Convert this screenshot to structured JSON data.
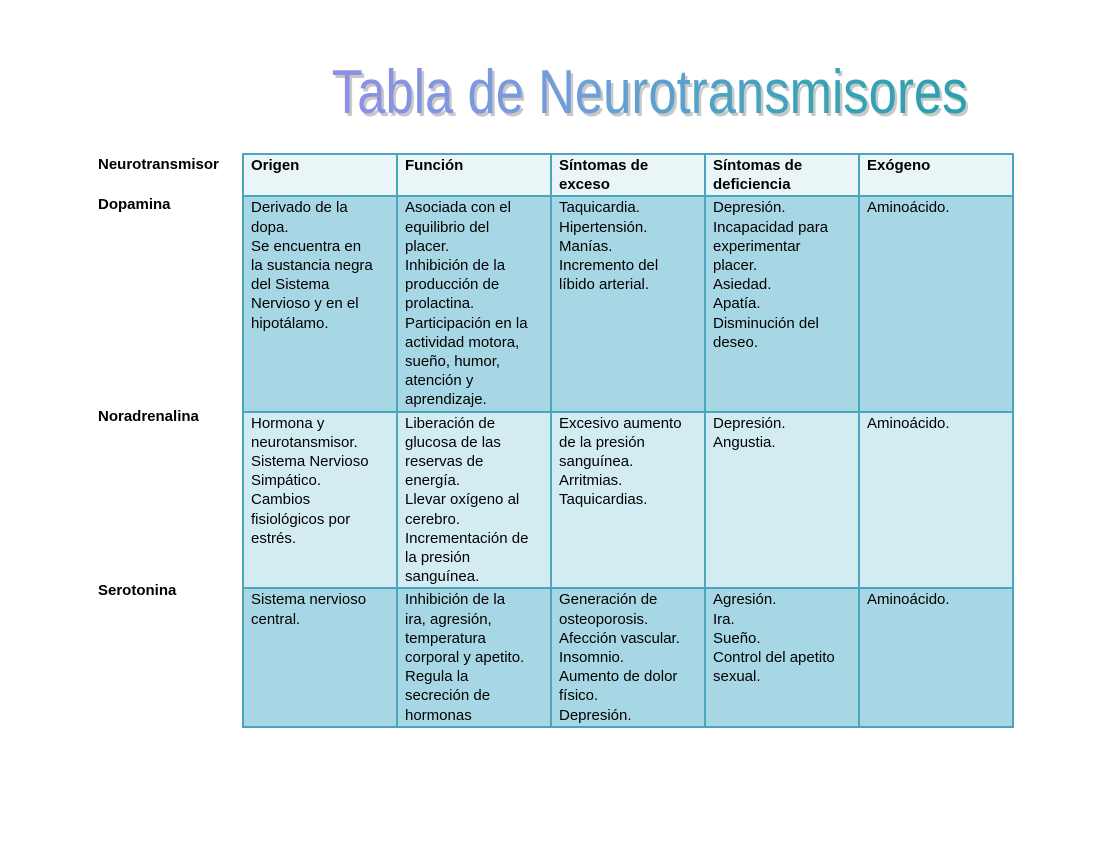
{
  "title": "Tabla de Neurotransmisores",
  "header": {
    "first": "Neurotransmisor",
    "cols": [
      "Origen",
      "Función",
      "Síntomas de\nexceso",
      "Síntomas de\ndeficiencia",
      "Exógeno"
    ]
  },
  "rows": [
    {
      "name": "Dopamina",
      "cells": [
        "Derivado de la\ndopa.\nSe encuentra en\nla sustancia negra\ndel Sistema\nNervioso y en el\nhipotálamo.",
        "Asociada con el\nequilibrio del\nplacer.\nInhibición de la\nproducción de\nprolactina.\nParticipación en la\nactividad motora,\nsueño, humor,\natención y\naprendizaje.",
        "Taquicardia.\nHipertensión.\nManías.\nIncremento del\nlíbido arterial.",
        "Depresión.\nIncapacidad para\nexperimentar\nplacer.\nAsiedad.\nApatía.\nDisminución del\ndeseo.",
        "Aminoácido."
      ]
    },
    {
      "name": "Noradrenalina",
      "cells": [
        "Hormona y\nneurotansmisor.\nSistema Nervioso\nSimpático.\nCambios\nfisiológicos por\nestrés.",
        "Liberación de\nglucosa de las\nreservas de\nenergía.\nLlevar oxígeno al\ncerebro.\nIncrementación de\nla presión\nsanguínea.",
        "Excesivo aumento\nde la presión\nsanguínea.\nArritmias.\nTaquicardias.",
        "Depresión.\nAngustia.",
        "Aminoácido."
      ]
    },
    {
      "name": "Serotonina",
      "cells": [
        "Sistema nervioso\ncentral.",
        "Inhibición de la\nira, agresión,\ntemperatura\ncorporal y apetito.\nRegula la\nsecreción de\nhormonas",
        "Generación de\nosteoporosis.\nAfección vascular.\nInsomnio.\nAumento de dolor\nfísico.\nDepresión.",
        "Agresión.\nIra.\nSueño.\nControl del apetito\nsexual.",
        "Aminoácido."
      ]
    }
  ]
}
